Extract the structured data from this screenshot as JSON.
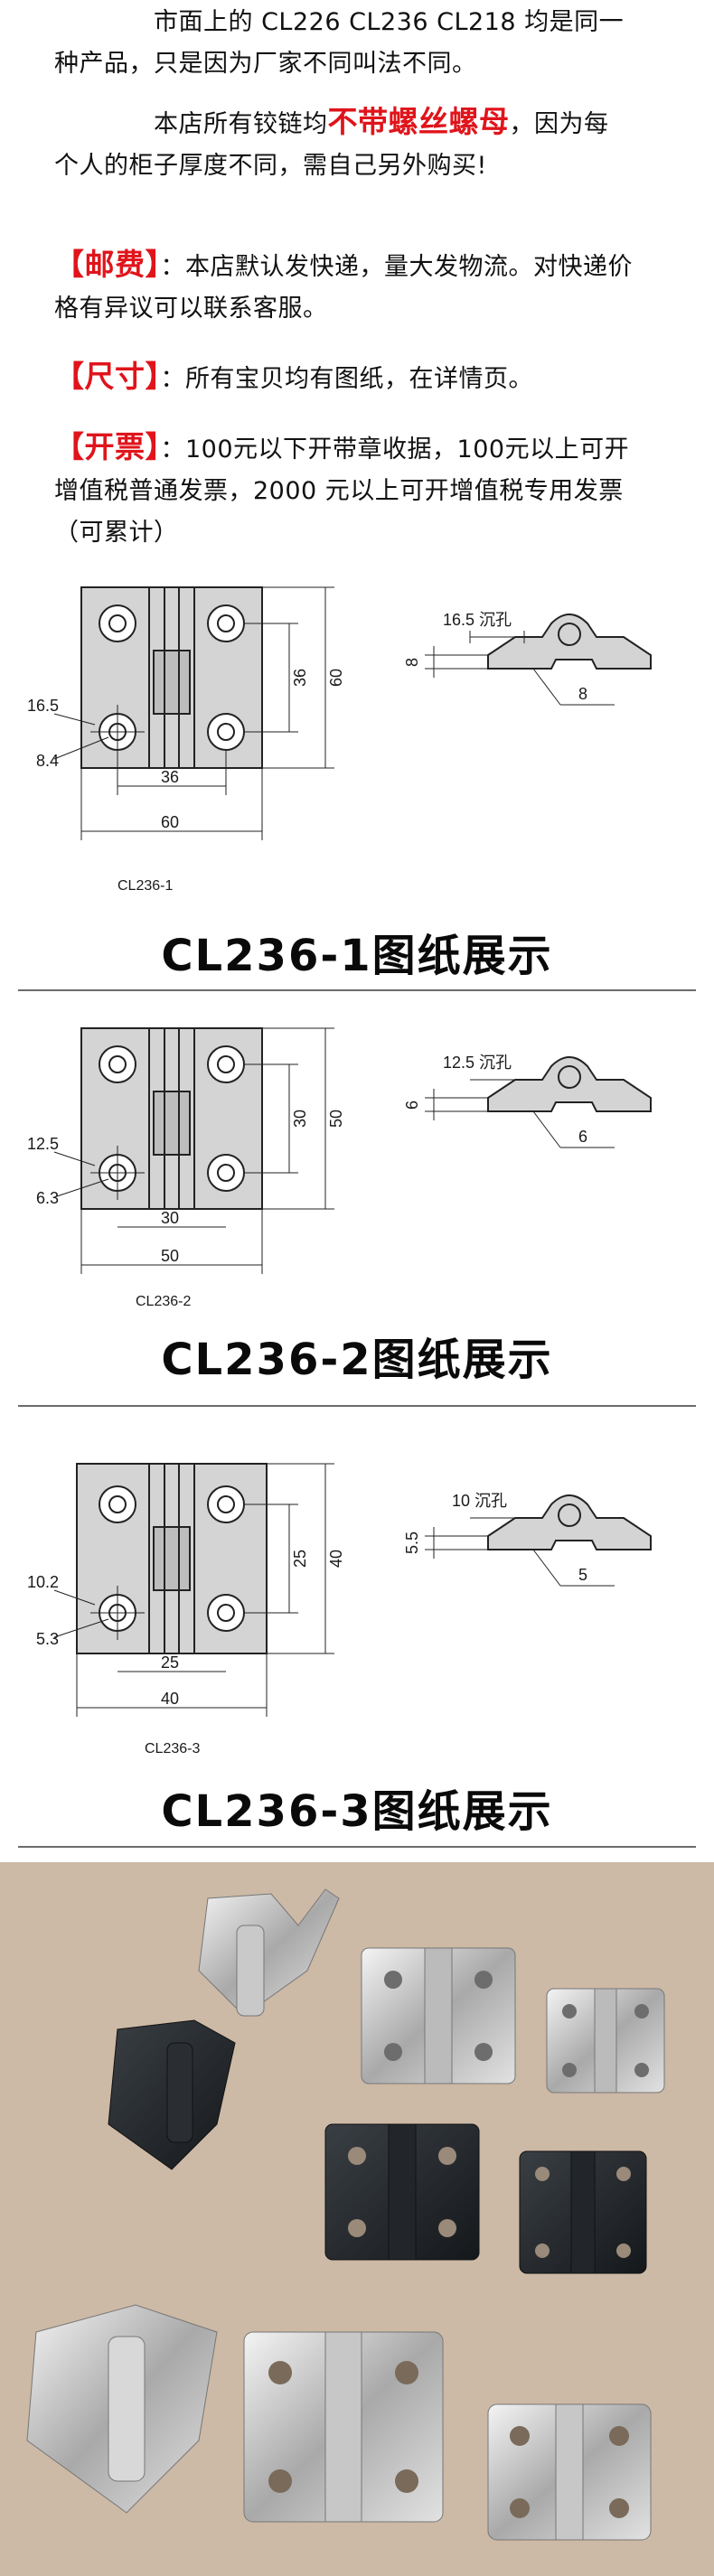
{
  "notes": {
    "p1": "市面上的 CL226 CL236 CL218 均是同一种产品，只是因为厂家不同叫法不同。",
    "p2_before": "本店所有铰链均",
    "p2_highlight": "不带螺丝螺母",
    "p2_after": "，因为每个人的柜子厚度不同，需自己另外购买!",
    "shipping_label": "【邮费】",
    "shipping_text": "：本店默认发快递，量大发物流。对快递价格有异议可以联系客服。",
    "size_label": "【尺寸】",
    "size_text": "：所有宝贝均有图纸，在详情页。",
    "invoice_label": "【开票】",
    "invoice_text": "：100元以下开带章收据，100元以上可开增值税普通发票，2000 元以上可开增值税专用发票（可累计）"
  },
  "drawings": [
    {
      "model_label": "CL236-1",
      "caption": "CL236-1图纸展示",
      "width_outer": "60",
      "width_inner": "36",
      "height_outer": "60",
      "height_inner": "36",
      "hole_outer": "16.5",
      "hole_inner": "8.4",
      "countersink": "16.5 沉孔",
      "thickness": "8",
      "depth": "8"
    },
    {
      "model_label": "CL236-2",
      "caption": "CL236-2图纸展示",
      "width_outer": "50",
      "width_inner": "30",
      "height_outer": "50",
      "height_inner": "30",
      "hole_outer": "12.5",
      "hole_inner": "6.3",
      "countersink": "12.5 沉孔",
      "thickness": "6",
      "depth": "6"
    },
    {
      "model_label": "CL236-3",
      "caption": "CL236-3图纸展示",
      "width_outer": "40",
      "width_inner": "25",
      "height_outer": "40",
      "height_inner": "25",
      "hole_outer": "10.2",
      "hole_inner": "5.3",
      "countersink": "10 沉孔",
      "thickness": "5.5",
      "depth": "5"
    }
  ],
  "colors": {
    "highlight": "#e0141b",
    "photo_background": "#ccb9a6",
    "drawing_fill": "#d4d4d4"
  }
}
